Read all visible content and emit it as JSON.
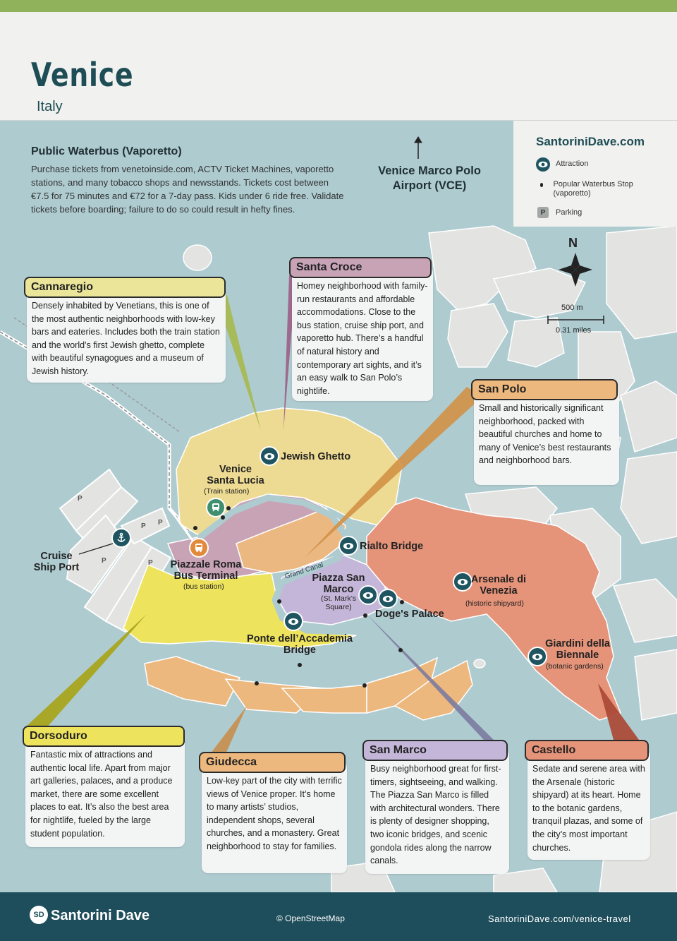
{
  "header": {
    "title": "Venice",
    "subtitle": "Italy"
  },
  "intro": {
    "heading": "Public Waterbus (Vaporetto)",
    "body": "Purchase tickets from venetoinside.com, ACTV Ticket Machines, vaporetto stations, and many tobacco shops and newsstands. Tickets cost between €7.5 for 75 minutes and €72 for a 7-day pass. Kids under 6 ride free. Validate tickets before boarding; failure to do so could result in hefty fines."
  },
  "airport": {
    "line1": "Venice Marco Polo",
    "line2": "Airport (VCE)"
  },
  "legend": {
    "brand": "SantoriniDave.com",
    "attraction": "Attraction",
    "stop": "Popular Waterbus Stop (vaporetto)",
    "parking": "Parking",
    "parking_glyph": "P"
  },
  "compass": {
    "north": "N",
    "scale_m": "500 m",
    "scale_mi": "0.31 miles"
  },
  "neighborhoods": {
    "cannaregio": {
      "name": "Cannaregio",
      "color": "#eedb93",
      "text": "Densely inhabited by Venetians, this is one of the most authentic neighborhoods with low-key bars and eateries. Includes both the train station and the world’s first Jewish ghetto, complete with beautiful synagogues and a museum of Jewish history."
    },
    "santa_croce": {
      "name": "Santa Croce",
      "color": "#c8a3b6",
      "text": "Homey neighborhood with family-run restaurants and affordable accommodations. Close to the bus station, cruise ship port, and vaporetto hub. There’s a handful of natural history and contemporary art sights, and it’s an easy walk to San Polo’s nightlife."
    },
    "san_polo": {
      "name": "San Polo",
      "color": "#ebb882",
      "text": "Small and historically significant neighborhood, packed with beautiful churches and home to many of Venice’s best restaurants and neighborhood bars."
    },
    "dorsoduro": {
      "name": "Dorsoduro",
      "color": "#eee35d",
      "text": "Fantastic mix of attractions and authentic local life. Apart from major art galleries, palaces, and a produce market, there are some excellent places to eat. It’s also the best area for nightlife, fueled by the large student population."
    },
    "giudecca": {
      "name": "Giudecca",
      "color": "#edb87e",
      "text": "Low-key part of the city with terrific views of Venice proper. It’s home to many artists’ studios, independent shops, several churches, and a monastery. Great neighborhood to stay for families."
    },
    "san_marco": {
      "name": "San Marco",
      "color": "#c4b6d8",
      "text": "Busy neighborhood great for first-timers, sightseeing, and walking. The Piazza San Marco is filled with architectural wonders. There is plenty of designer shopping, two iconic bridges, and scenic gondola rides along the narrow canals."
    },
    "castello": {
      "name": "Castello",
      "color": "#e59379",
      "text": "Sedate and serene area with the Arsenale (historic shipyard) at its heart. Home to the botanic gardens, tranquil plazas, and some of the city’s most important churches."
    }
  },
  "places": {
    "jewish_ghetto": "Jewish Ghetto",
    "santa_lucia": "Venice Santa Lucia",
    "santa_lucia_sub": "(Train station)",
    "rialto": "Rialto Bridge",
    "piazzale_roma": "Piazzale Roma Bus Terminal",
    "piazzale_roma_sub": "(bus station)",
    "cruise": "Cruise Ship Port",
    "grand_canal": "Grand Canal",
    "piazza_san_marco": "Piazza San Marco",
    "piazza_sub": "(St. Mark’s Square)",
    "doges": "Doge's Palace",
    "accademia": "Ponte dell’Accademia Bridge",
    "arsenale": "Arsenale di Venezia",
    "arsenale_sub": "(historic shipyard)",
    "giardini": "Giardini della Biennale",
    "giardini_sub": "(botanic gardens)",
    "parking_glyph": "P"
  },
  "footer": {
    "brand": "Santorini Dave",
    "logo": "SD",
    "osm": "© OpenStreetMap",
    "url": "SantoriniDave.com/venice-travel"
  },
  "colors": {
    "water": "#aecbd0",
    "land_gray": "#e3e3e2",
    "brand": "#1e4d55",
    "topbar": "#8fb25a"
  }
}
